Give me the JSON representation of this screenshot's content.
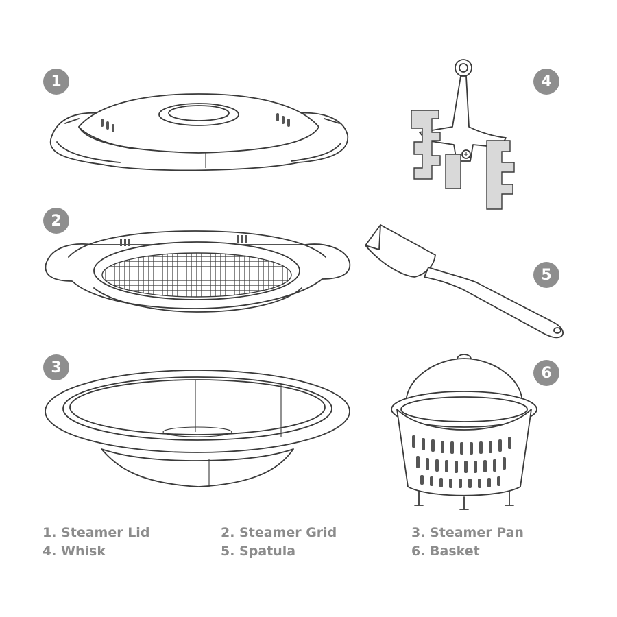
{
  "parts": [
    {
      "number": "1",
      "name": "Steamer Lid",
      "legend": "1. Steamer Lid"
    },
    {
      "number": "2",
      "name": "Steamer Grid",
      "legend": "2. Steamer Grid"
    },
    {
      "number": "3",
      "name": "Steamer Pan",
      "legend": "3. Steamer Pan"
    },
    {
      "number": "4",
      "name": "Whisk",
      "legend": "4. Whisk"
    },
    {
      "number": "5",
      "name": "Spatula",
      "legend": "5. Spatula"
    },
    {
      "number": "6",
      "name": "Basket",
      "legend": "6. Basket"
    }
  ],
  "colors": {
    "badge": "#8e8e8e",
    "legend_text": "#8c8c8c",
    "line_art": "#3a3a3a",
    "background": "#ffffff"
  }
}
